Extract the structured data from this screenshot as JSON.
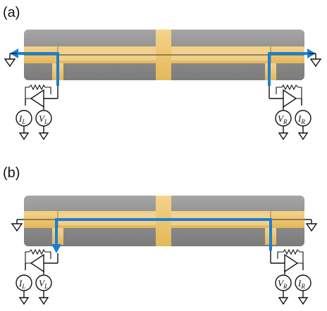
{
  "panels": [
    {
      "label": "(a)",
      "sources": {
        "left": [
          {
            "sym": "I",
            "sub": "L"
          },
          {
            "sym": "V",
            "sub": "L"
          }
        ],
        "right": [
          {
            "sym": "V",
            "sub": "R"
          },
          {
            "sym": "I",
            "sub": "R"
          }
        ]
      }
    },
    {
      "label": "(b)",
      "sources": {
        "left": [
          {
            "sym": "I",
            "sub": "L"
          },
          {
            "sym": "V",
            "sub": "L"
          }
        ],
        "right": [
          {
            "sym": "V",
            "sub": "R"
          },
          {
            "sym": "I",
            "sub": "R"
          }
        ]
      }
    }
  ],
  "colors": {
    "substrate": "#8e8e8e",
    "gold": "#efc46a",
    "current_arrow": "#1a7fd4",
    "wire": "#111111"
  }
}
